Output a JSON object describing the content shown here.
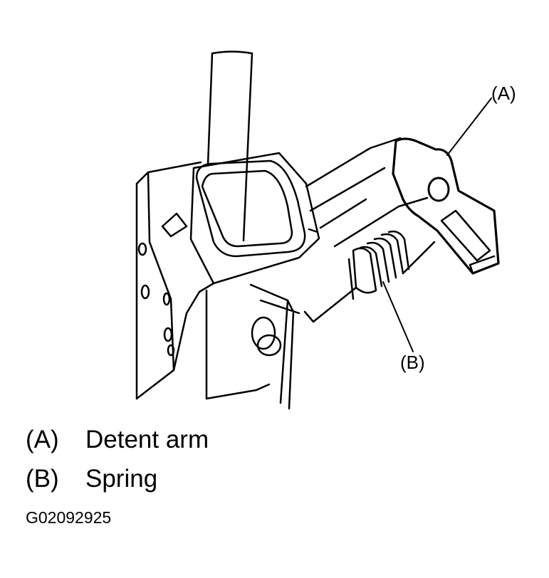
{
  "diagram": {
    "callouts": {
      "a": "(A)",
      "b": "(B)"
    }
  },
  "legend": [
    {
      "key": "(A)",
      "text": "Detent arm"
    },
    {
      "key": "(B)",
      "text": "Spring"
    }
  ],
  "figure_id": "G02092925"
}
